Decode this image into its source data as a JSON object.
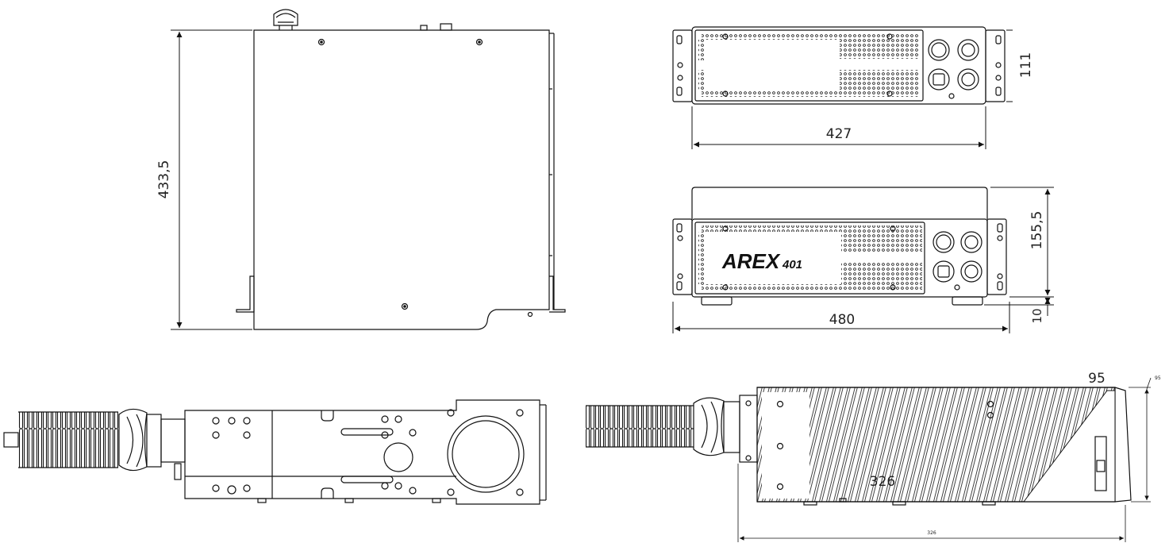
{
  "views": {
    "side_view": {
      "dimensions": {
        "height": "433,5"
      }
    },
    "front_view_small": {
      "dimensions": {
        "width": "427",
        "height": "111"
      }
    },
    "front_view_large": {
      "logo": {
        "brand": "AREX",
        "model": "401"
      },
      "dimensions": {
        "width": "480",
        "height": "155,5",
        "foot": "10"
      }
    },
    "scan_head_side": {
      "dimensions": {
        "length_label": "326",
        "length_small": "326",
        "height_label": "95",
        "height_small": "95"
      }
    }
  },
  "colors": {
    "line": "#111111",
    "text": "#222222",
    "background": "#ffffff"
  }
}
